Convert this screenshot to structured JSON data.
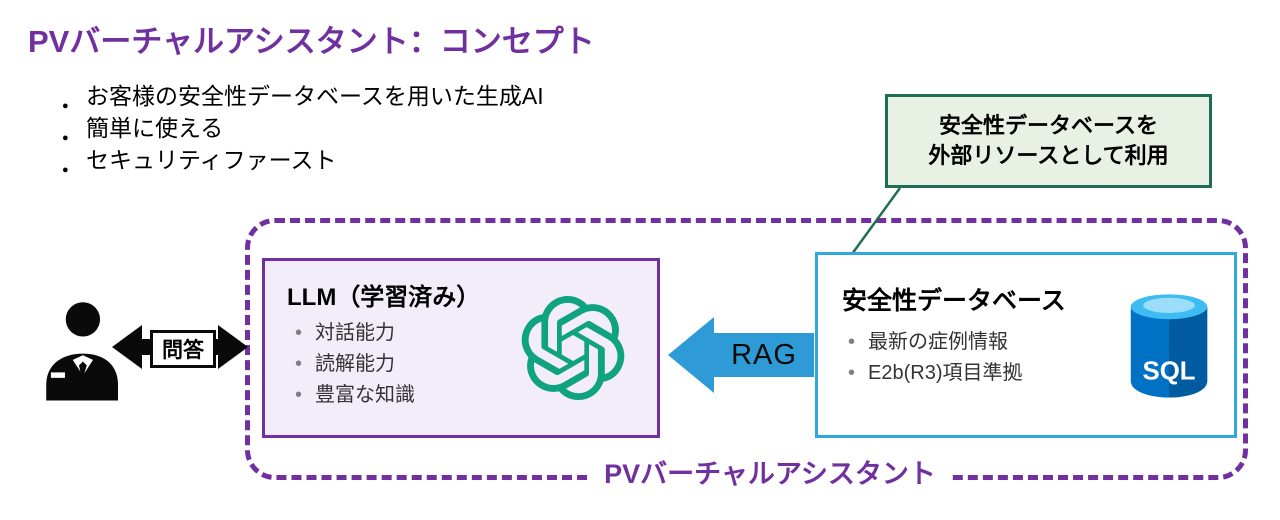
{
  "title": "PVバーチャルアシスタント：コンセプト",
  "intro_bullets": [
    "お客様の安全性データベースを用いた生成AI",
    "簡単に使える",
    "セキュリティファースト"
  ],
  "callout": {
    "line1": "安全性データベースを",
    "line2": "外部リソースとして利用"
  },
  "interaction": {
    "label": "問答"
  },
  "rag": {
    "label": "RAG"
  },
  "llm_box": {
    "title": "LLM（学習済み）",
    "items": [
      "対話能力",
      "読解能力",
      "豊富な知識"
    ],
    "icon": "openai-logo"
  },
  "db_box": {
    "title": "安全性データベース",
    "items": [
      "最新の症例情報",
      "E2b(R3)項目準拠"
    ],
    "icon": "sql-database-icon",
    "icon_label": "SQL"
  },
  "container_label": "PVバーチャルアシスタント",
  "colors": {
    "title_purple": "#7030A0",
    "callout_border": "#1F6E54",
    "callout_bg": "#E9F1E4",
    "llm_fill": "#F3EDF9",
    "db_border": "#2FA8DC",
    "arrow_blue": "#2E9BD6",
    "openai_green": "#10A37F",
    "sql_body_blue": "#0072C6",
    "sql_top_blue": "#3DBCF3",
    "black": "#0a0a0a"
  }
}
